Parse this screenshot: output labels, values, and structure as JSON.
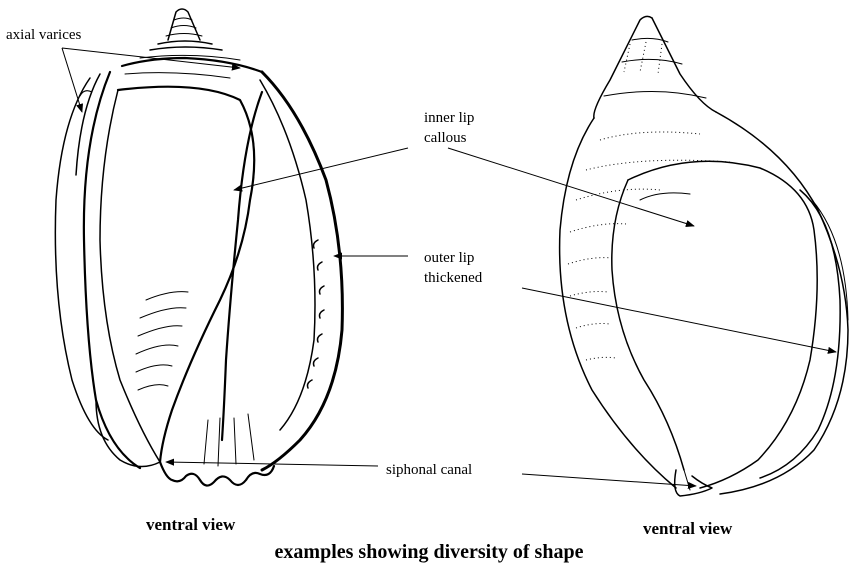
{
  "labels": {
    "axial_varices": "axial varices",
    "inner_lip_line1": "inner lip",
    "inner_lip_line2": "callous",
    "outer_lip_line1": "outer lip",
    "outer_lip_line2": "thickened",
    "siphonal_canal": "siphonal canal"
  },
  "captions": {
    "left_view": "ventral view",
    "right_view": "ventral view",
    "title": "examples showing diversity of shape"
  },
  "colors": {
    "ink": "#000000",
    "background": "#ffffff"
  }
}
